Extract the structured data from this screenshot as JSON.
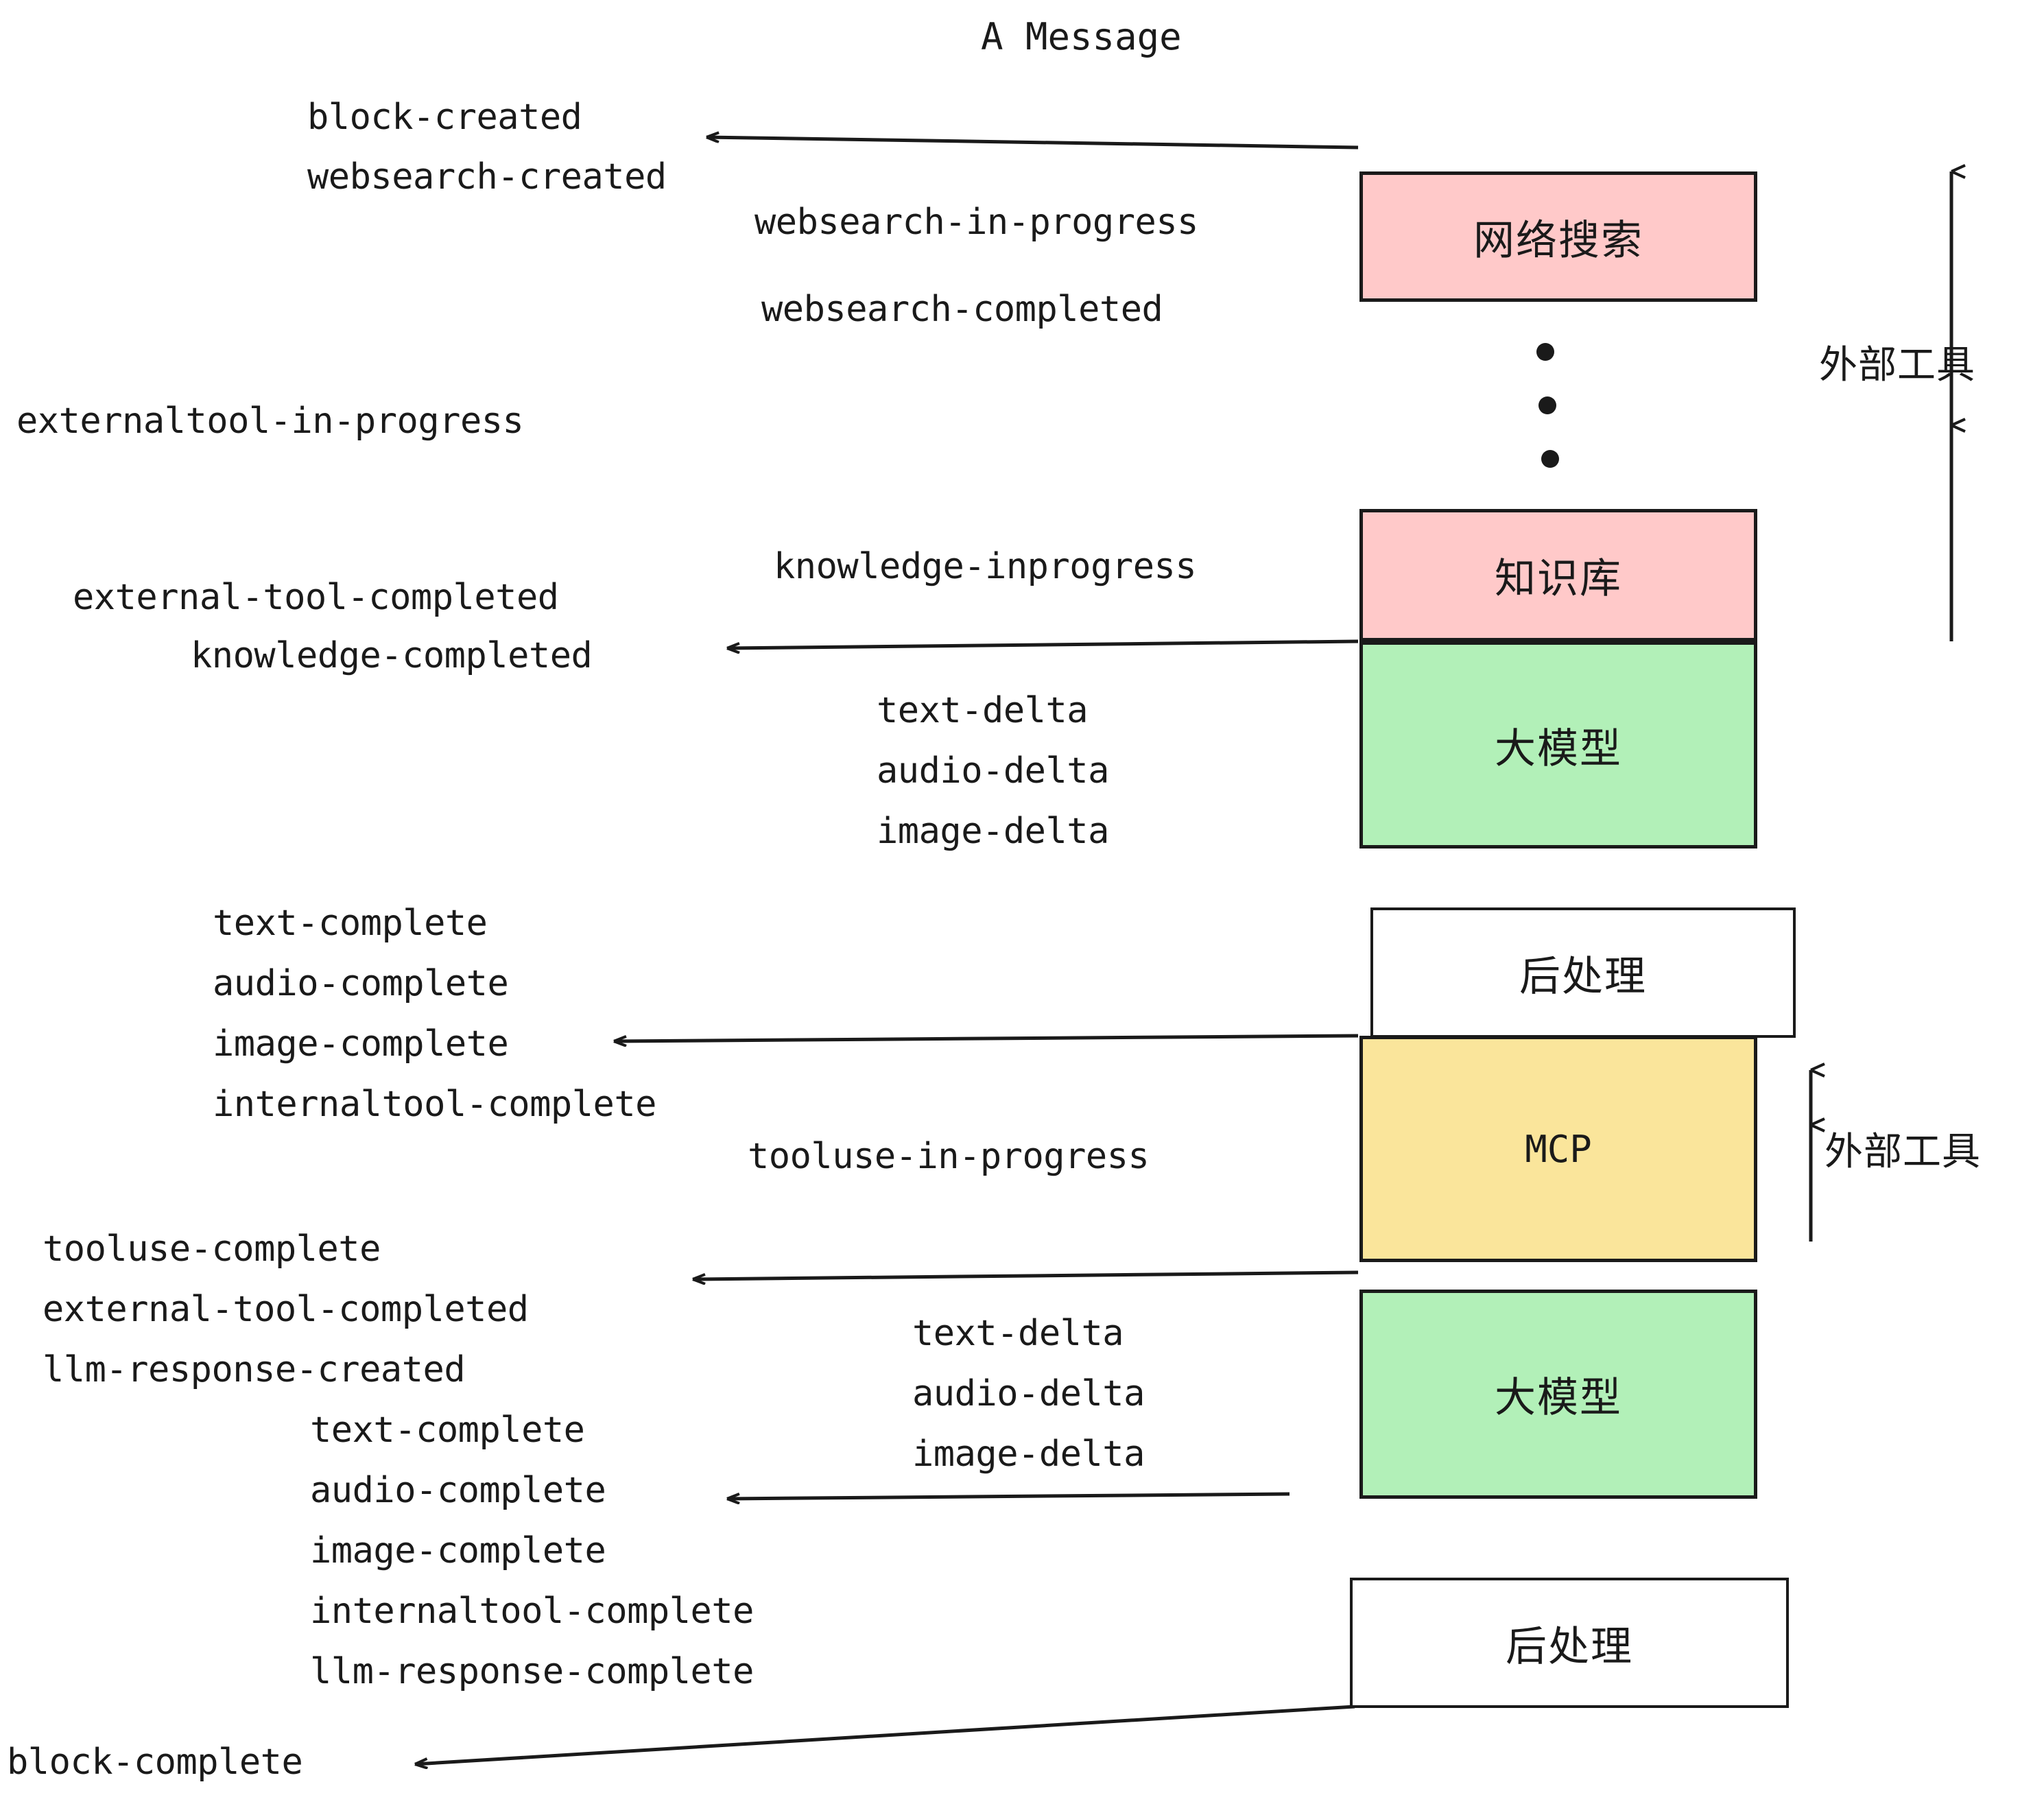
{
  "title": "A Message",
  "colors": {
    "pink": "#ffc9c9",
    "green": "#b2f0b8",
    "yellow": "#fae59b",
    "white": "#ffffff",
    "stroke": "#1a1a1a"
  },
  "boxes": [
    {
      "id": "websearch",
      "label": "网络搜索",
      "fill": "#ffc9c9"
    },
    {
      "id": "knowledge",
      "label": "知识库",
      "fill": "#ffc9c9"
    },
    {
      "id": "llm-top",
      "label": "大模型",
      "fill": "#b2f0b8"
    },
    {
      "id": "postprocess-top",
      "label": "后处理",
      "fill": "#ffffff"
    },
    {
      "id": "mcp",
      "label": "MCP",
      "fill": "#fae59b"
    },
    {
      "id": "llm-bottom",
      "label": "大模型",
      "fill": "#b2f0b8"
    },
    {
      "id": "postprocess-bottom",
      "label": "后处理",
      "fill": "#ffffff"
    }
  ],
  "side_labels": [
    {
      "id": "external-tools-top",
      "label": "外部工具"
    },
    {
      "id": "external-tools-bottom",
      "label": "外部工具"
    }
  ],
  "events": {
    "block_created": "block-created",
    "websearch_created": "websearch-created",
    "websearch_in_progress": "websearch-in-progress",
    "websearch_completed": "websearch-completed",
    "externaltool_in_progress": "externaltool-in-progress",
    "knowledge_inprogress": "knowledge-inprogress",
    "external_tool_completed_1": "external-tool-completed",
    "knowledge_completed": "knowledge-completed",
    "text_delta_1": "text-delta",
    "audio_delta_1": "audio-delta",
    "image_delta_1": "image-delta",
    "text_complete_1": "text-complete",
    "audio_complete_1": "audio-complete",
    "image_complete_1": "image-complete",
    "internaltool_complete_1": "internaltool-complete",
    "tooluse_in_progress": "tooluse-in-progress",
    "tooluse_complete": "tooluse-complete",
    "external_tool_completed_2": "external-tool-completed",
    "llm_response_created": "llm-response-created",
    "text_delta_2": "text-delta",
    "audio_delta_2": "audio-delta",
    "image_delta_2": "image-delta",
    "text_complete_2": "text-complete",
    "audio_complete_2": "audio-complete",
    "image_complete_2": "image-complete",
    "internaltool_complete_2": "internaltool-complete",
    "llm_response_complete": "llm-response-complete",
    "block_complete": "block-complete"
  }
}
